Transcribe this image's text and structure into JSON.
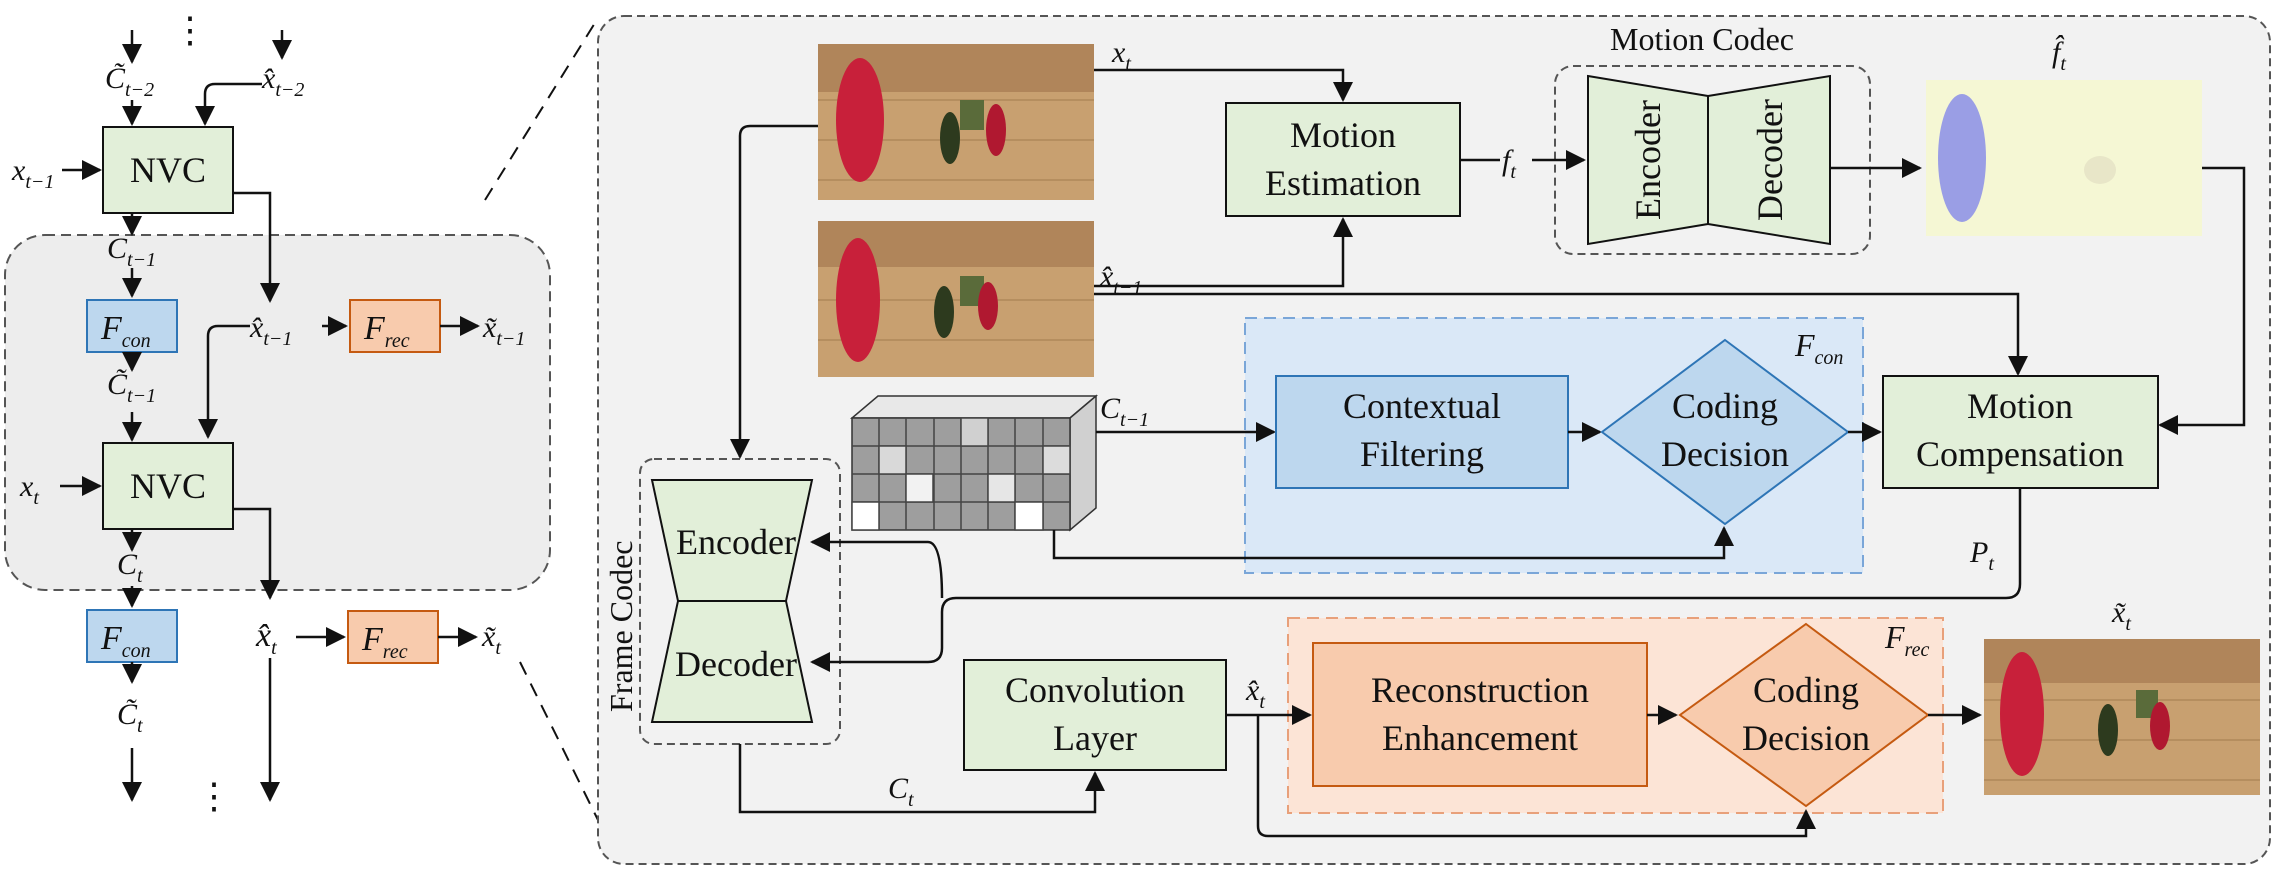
{
  "left": {
    "nvc_top": "NVC",
    "nvc_bottom": "NVC",
    "fcon_top": {
      "base": "F",
      "sub": "con"
    },
    "fcon_bottom": {
      "base": "F",
      "sub": "con"
    },
    "frec_top": {
      "base": "F",
      "sub": "rec"
    },
    "frec_bottom": {
      "base": "F",
      "sub": "rec"
    },
    "in_c_tm2": {
      "base": "C̃",
      "sub": "t−2"
    },
    "in_xhat_tm2": {
      "base": "x̂",
      "sub": "t−2"
    },
    "in_x_tm1": {
      "base": "x",
      "sub": "t−1"
    },
    "c_tm1": {
      "base": "C",
      "sub": "t−1"
    },
    "xhat_tm1": {
      "base": "x̂",
      "sub": "t−1"
    },
    "xtilde_tm1": {
      "base": "x̃",
      "sub": "t−1"
    },
    "ctilde_tm1": {
      "base": "C̃",
      "sub": "t−1"
    },
    "in_x_t": {
      "base": "x",
      "sub": "t"
    },
    "c_t": {
      "base": "C",
      "sub": "t"
    },
    "xhat_t": {
      "base": "x̂",
      "sub": "t"
    },
    "xtilde_t": {
      "base": "x̃",
      "sub": "t"
    },
    "ctilde_t": {
      "base": "C̃",
      "sub": "t"
    },
    "ellipsis": "⋮"
  },
  "right": {
    "motion_estimation": [
      "Motion",
      "Estimation"
    ],
    "motion_codec_title": "Motion Codec",
    "mc_encoder": "Encoder",
    "mc_decoder": "Decoder",
    "contextual_filtering": [
      "Contextual",
      "Filtering"
    ],
    "coding_decision": [
      "Coding",
      "Decision"
    ],
    "motion_compensation": [
      "Motion",
      "Compensation"
    ],
    "frame_codec_title": "Frame Codec",
    "fc_encoder": "Encoder",
    "fc_decoder": "Decoder",
    "convolution_layer": [
      "Convolution",
      "Layer"
    ],
    "reconstruction_enhancement": [
      "Reconstruction",
      "Enhancement"
    ],
    "fcon": {
      "base": "F",
      "sub": "con"
    },
    "frec": {
      "base": "F",
      "sub": "rec"
    },
    "x_t": {
      "base": "x",
      "sub": "t"
    },
    "xhat_tm1": {
      "base": "x̂",
      "sub": "t−1"
    },
    "f_t": {
      "base": "f",
      "sub": "t"
    },
    "fhat_t": {
      "base": "f̂",
      "sub": "t"
    },
    "c_tm1": {
      "base": "C",
      "sub": "t−1"
    },
    "p_t": {
      "base": "P",
      "sub": "t"
    },
    "c_t": {
      "base": "C",
      "sub": "t"
    },
    "xhat_t": {
      "base": "x̂",
      "sub": "t"
    },
    "xtilde_t": {
      "base": "x̃",
      "sub": "t"
    }
  },
  "colors": {
    "green_fill": "#e2efd9",
    "blue_fill": "#bdd7ee",
    "blue_stroke": "#2e75b6",
    "orange_fill": "#f8cbad",
    "orange_stroke": "#c55a11",
    "panel_fill": "#f2f2f2",
    "left_group_fill": "#ededed",
    "fcon_region": "#dae8f7",
    "frec_region": "#fce4d6"
  }
}
